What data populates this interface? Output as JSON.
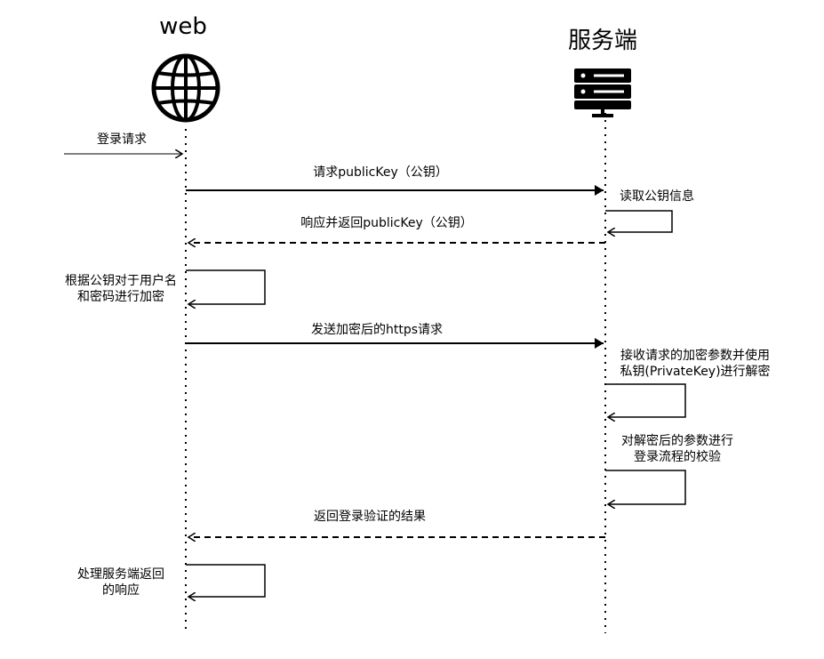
{
  "actors": {
    "web": {
      "title": "web",
      "icon": "globe-icon"
    },
    "server": {
      "title": "服务端",
      "icon": "server-icon"
    }
  },
  "messages": {
    "login_request": "登录请求",
    "request_public_key": "请求publicKey（公钥）",
    "read_public_key_info": "读取公钥信息",
    "return_public_key": "响应并返回publicKey（公钥）",
    "encrypt_credentials": [
      "根据公钥对于用户名",
      "和密码进行加密"
    ],
    "send_encrypted_https": "发送加密后的https请求",
    "decrypt_params": [
      "接收请求的加密参数并使用",
      "私钥(PrivateKey)进行解密"
    ],
    "verify_login": [
      "对解密后的参数进行",
      "登录流程的校验"
    ],
    "return_verify_result": "返回登录验证的结果",
    "handle_response": [
      "处理服务端返回",
      "的响应"
    ]
  },
  "colors": {
    "line": "#000000",
    "background": "#ffffff"
  }
}
